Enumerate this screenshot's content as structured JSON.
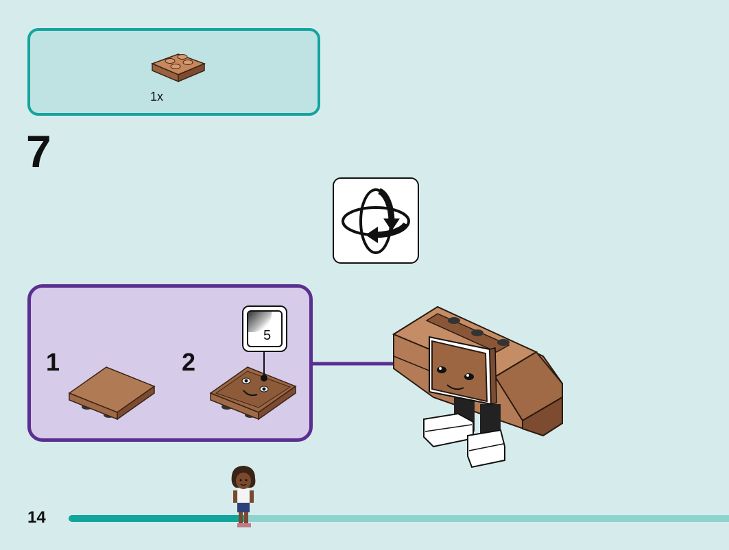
{
  "parts_list": {
    "items": [
      {
        "icon": "brown-2x2-plate",
        "quantity": "1x"
      }
    ]
  },
  "step": {
    "number": "7"
  },
  "rotate_icon": "rotate-model-icon",
  "substeps": [
    {
      "number": "1",
      "icon": "brown-tile"
    },
    {
      "number": "2",
      "icon": "face-tile"
    }
  ],
  "sticker": {
    "number": "5"
  },
  "footer": {
    "page_number": "14",
    "progress_fraction": 0.27
  },
  "colors": {
    "parts_border": "#14a49e",
    "parts_fill": "#bfe2e2",
    "substep_border": "#5b2f90",
    "substep_fill": "#d6cbe9",
    "background": "#d6ecec",
    "brick_brown": "#a66f4a"
  }
}
